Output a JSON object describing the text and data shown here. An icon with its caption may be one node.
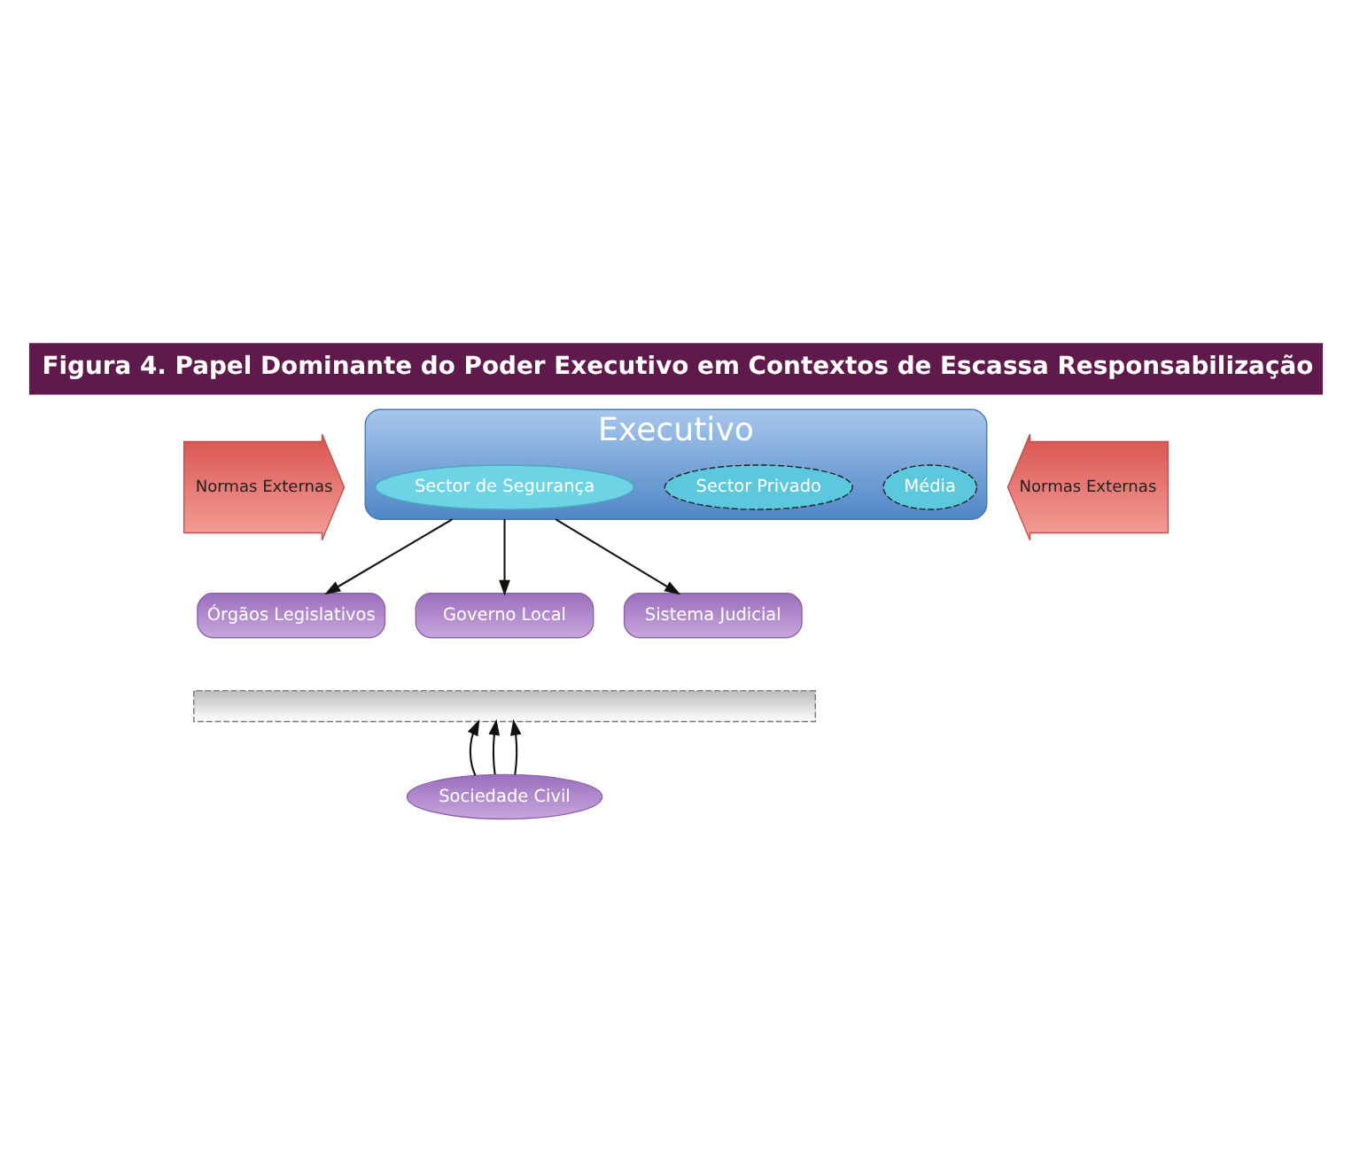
{
  "diagram": {
    "title": "Figura 4. Papel Dominante do Poder Executivo em Contextos de Escassa Responsabilização",
    "nodes": [
      {
        "text": [
          "Normas Externas"
        ]
      },
      {
        "text": [
          "Executivo"
        ]
      },
      {
        "text": [
          "Média"
        ],
        "in": 1
      },
      {
        "text": [
          "Sector Privado"
        ],
        "in": 1
      },
      {
        "text": [
          "Sector de Segurança"
        ],
        "in": 1
      },
      {
        "text": [
          "Normas Externas"
        ]
      },
      {
        "text": [
          "Órgãos Legislativos"
        ]
      },
      {
        "text": [
          "Governo Local"
        ]
      },
      {
        "text": [
          "Sistema Judicial"
        ]
      },
      {
        "text": [],
        "shape": "bar"
      },
      {
        "text": [
          "Sociedade Civil"
        ]
      }
    ],
    "edges": [
      {
        "from": 1,
        "to": 6,
        "arrow": "to"
      },
      {
        "from": 1,
        "to": 7,
        "arrow": "to"
      },
      {
        "from": 1,
        "to": 8,
        "arrow": "to"
      },
      {
        "from": 10,
        "to": 9,
        "arrow": "to"
      },
      {
        "from": 10,
        "to": 9,
        "arrow": "to"
      },
      {
        "from": 10,
        "to": 9,
        "arrow": "to"
      }
    ]
  }
}
